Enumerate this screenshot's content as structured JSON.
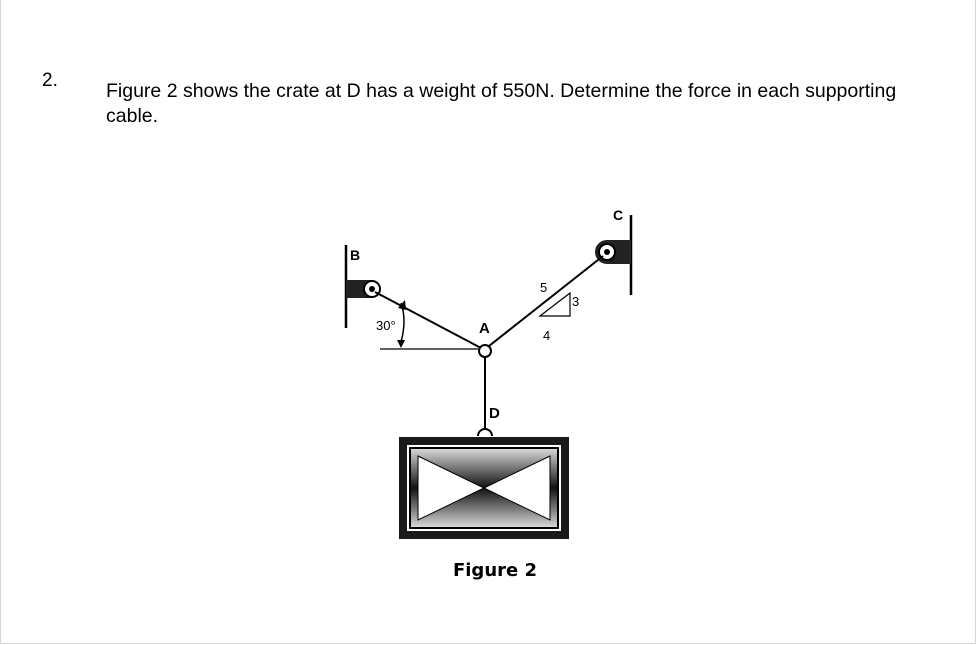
{
  "question": {
    "number": "2.",
    "text": "Figure 2 shows the crate at D has a weight of 550N. Determine the force in each supporting cable."
  },
  "figure": {
    "caption": "Figure 2",
    "labels": {
      "point_b": "B",
      "point_c": "C",
      "point_a": "A",
      "point_d": "D",
      "angle": "30°",
      "slope_hyp": "5",
      "slope_rise": "3",
      "slope_run": "4"
    }
  }
}
